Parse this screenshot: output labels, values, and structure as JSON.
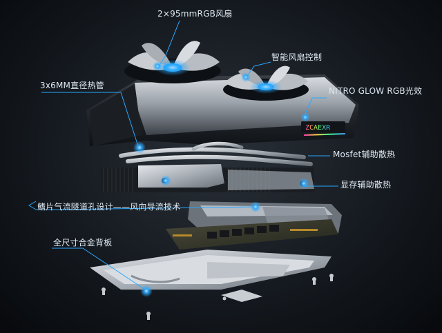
{
  "callouts": {
    "fans": "2×95mmRGB风扇",
    "fan_control": "智能风扇控制",
    "heatpipes": "3x6MM直径热管",
    "glow": "NITRO GLOW RGB光效",
    "mosfet": "Mosfet辅助散热",
    "vram": "显存辅助散热",
    "fin_tunnel": "鳍片气流隧道孔设计——风向导流技术",
    "backplate": "全尺寸合金背板"
  },
  "card_logo": "ZCAEXR",
  "colors": {
    "accent": "#2aa8ff",
    "label": "#dfe8f2",
    "background": "#151a20"
  }
}
